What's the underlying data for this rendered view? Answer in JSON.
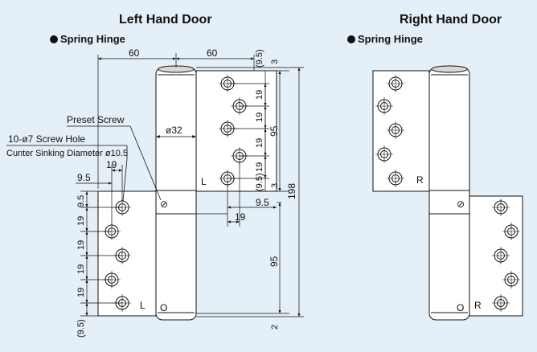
{
  "left": {
    "title": "Left Hand Door",
    "subtitle": "Spring Hinge",
    "labels": {
      "preset_screw": "Preset Screw",
      "screw_hole": "10-ø7 Screw Hole",
      "countersink": "Cunter Sinking Diameter ø10.5",
      "leaf_mark": "L",
      "pin_diameter": "ø32"
    },
    "dims": {
      "d60_left": "60",
      "d60_right": "60",
      "d95_top": "(9.5)",
      "d3_top": "3",
      "d19_a": "19",
      "d19_b": "19",
      "d19_c": "19",
      "d19_d": "19",
      "d95_upper": "95",
      "d95_mid": "(9.5)",
      "d3_mid": "3",
      "d198": "198",
      "d95_lower": "95",
      "d2": "2",
      "d9_5_left": "9.5",
      "d19_left": "19",
      "d9_5_right": "9.5",
      "d19_right": "19",
      "d9_5_v": "9.5",
      "d19_v1": "19",
      "d19_v2": "19",
      "d19_v3": "19",
      "d19_v4": "19",
      "d9_5_bottom": "(9.5)"
    }
  },
  "right": {
    "title": "Right Hand Door",
    "subtitle": "Spring Hinge",
    "leaf_mark": "R"
  },
  "colors": {
    "background": "#e4eff7",
    "leaf": "#ffffff",
    "line": "#111111"
  }
}
